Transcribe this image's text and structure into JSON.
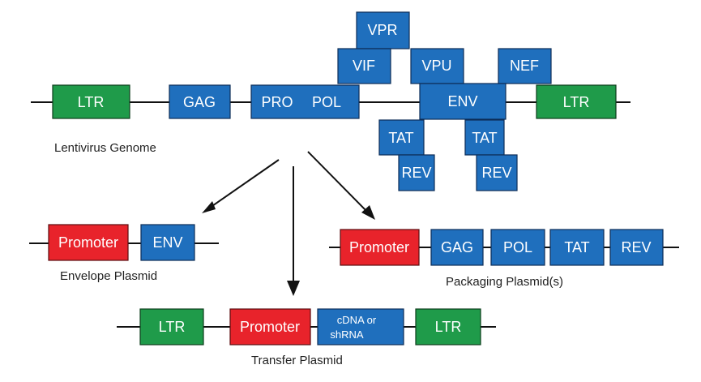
{
  "genome": {
    "caption": "Lentivirus Genome",
    "ltr_left": "LTR",
    "gag": "GAG",
    "pro": "PRO",
    "pol": "POL",
    "vpr": "VPR",
    "vif": "VIF",
    "vpu": "VPU",
    "nef": "NEF",
    "env": "ENV",
    "ltr_right": "LTR",
    "tat_1": "TAT",
    "rev_1": "REV",
    "tat_2": "TAT",
    "rev_2": "REV"
  },
  "envelope_plasmid": {
    "caption": "Envelope Plasmid",
    "promoter": "Promoter",
    "env": "ENV"
  },
  "packaging_plasmid": {
    "caption": "Packaging Plasmid(s)",
    "promoter": "Promoter",
    "gag": "GAG",
    "pol": "POL",
    "tat": "TAT",
    "rev": "REV"
  },
  "transfer_plasmid": {
    "caption": "Transfer Plasmid",
    "ltr_left": "LTR",
    "promoter": "Promoter",
    "insert_line1": "cDNA or",
    "insert_line2": "shRNA",
    "ltr_right": "LTR"
  },
  "colors": {
    "gene": "#1f6fbd",
    "ltr": "#1f9b4a",
    "promoter": "#e8232b"
  }
}
